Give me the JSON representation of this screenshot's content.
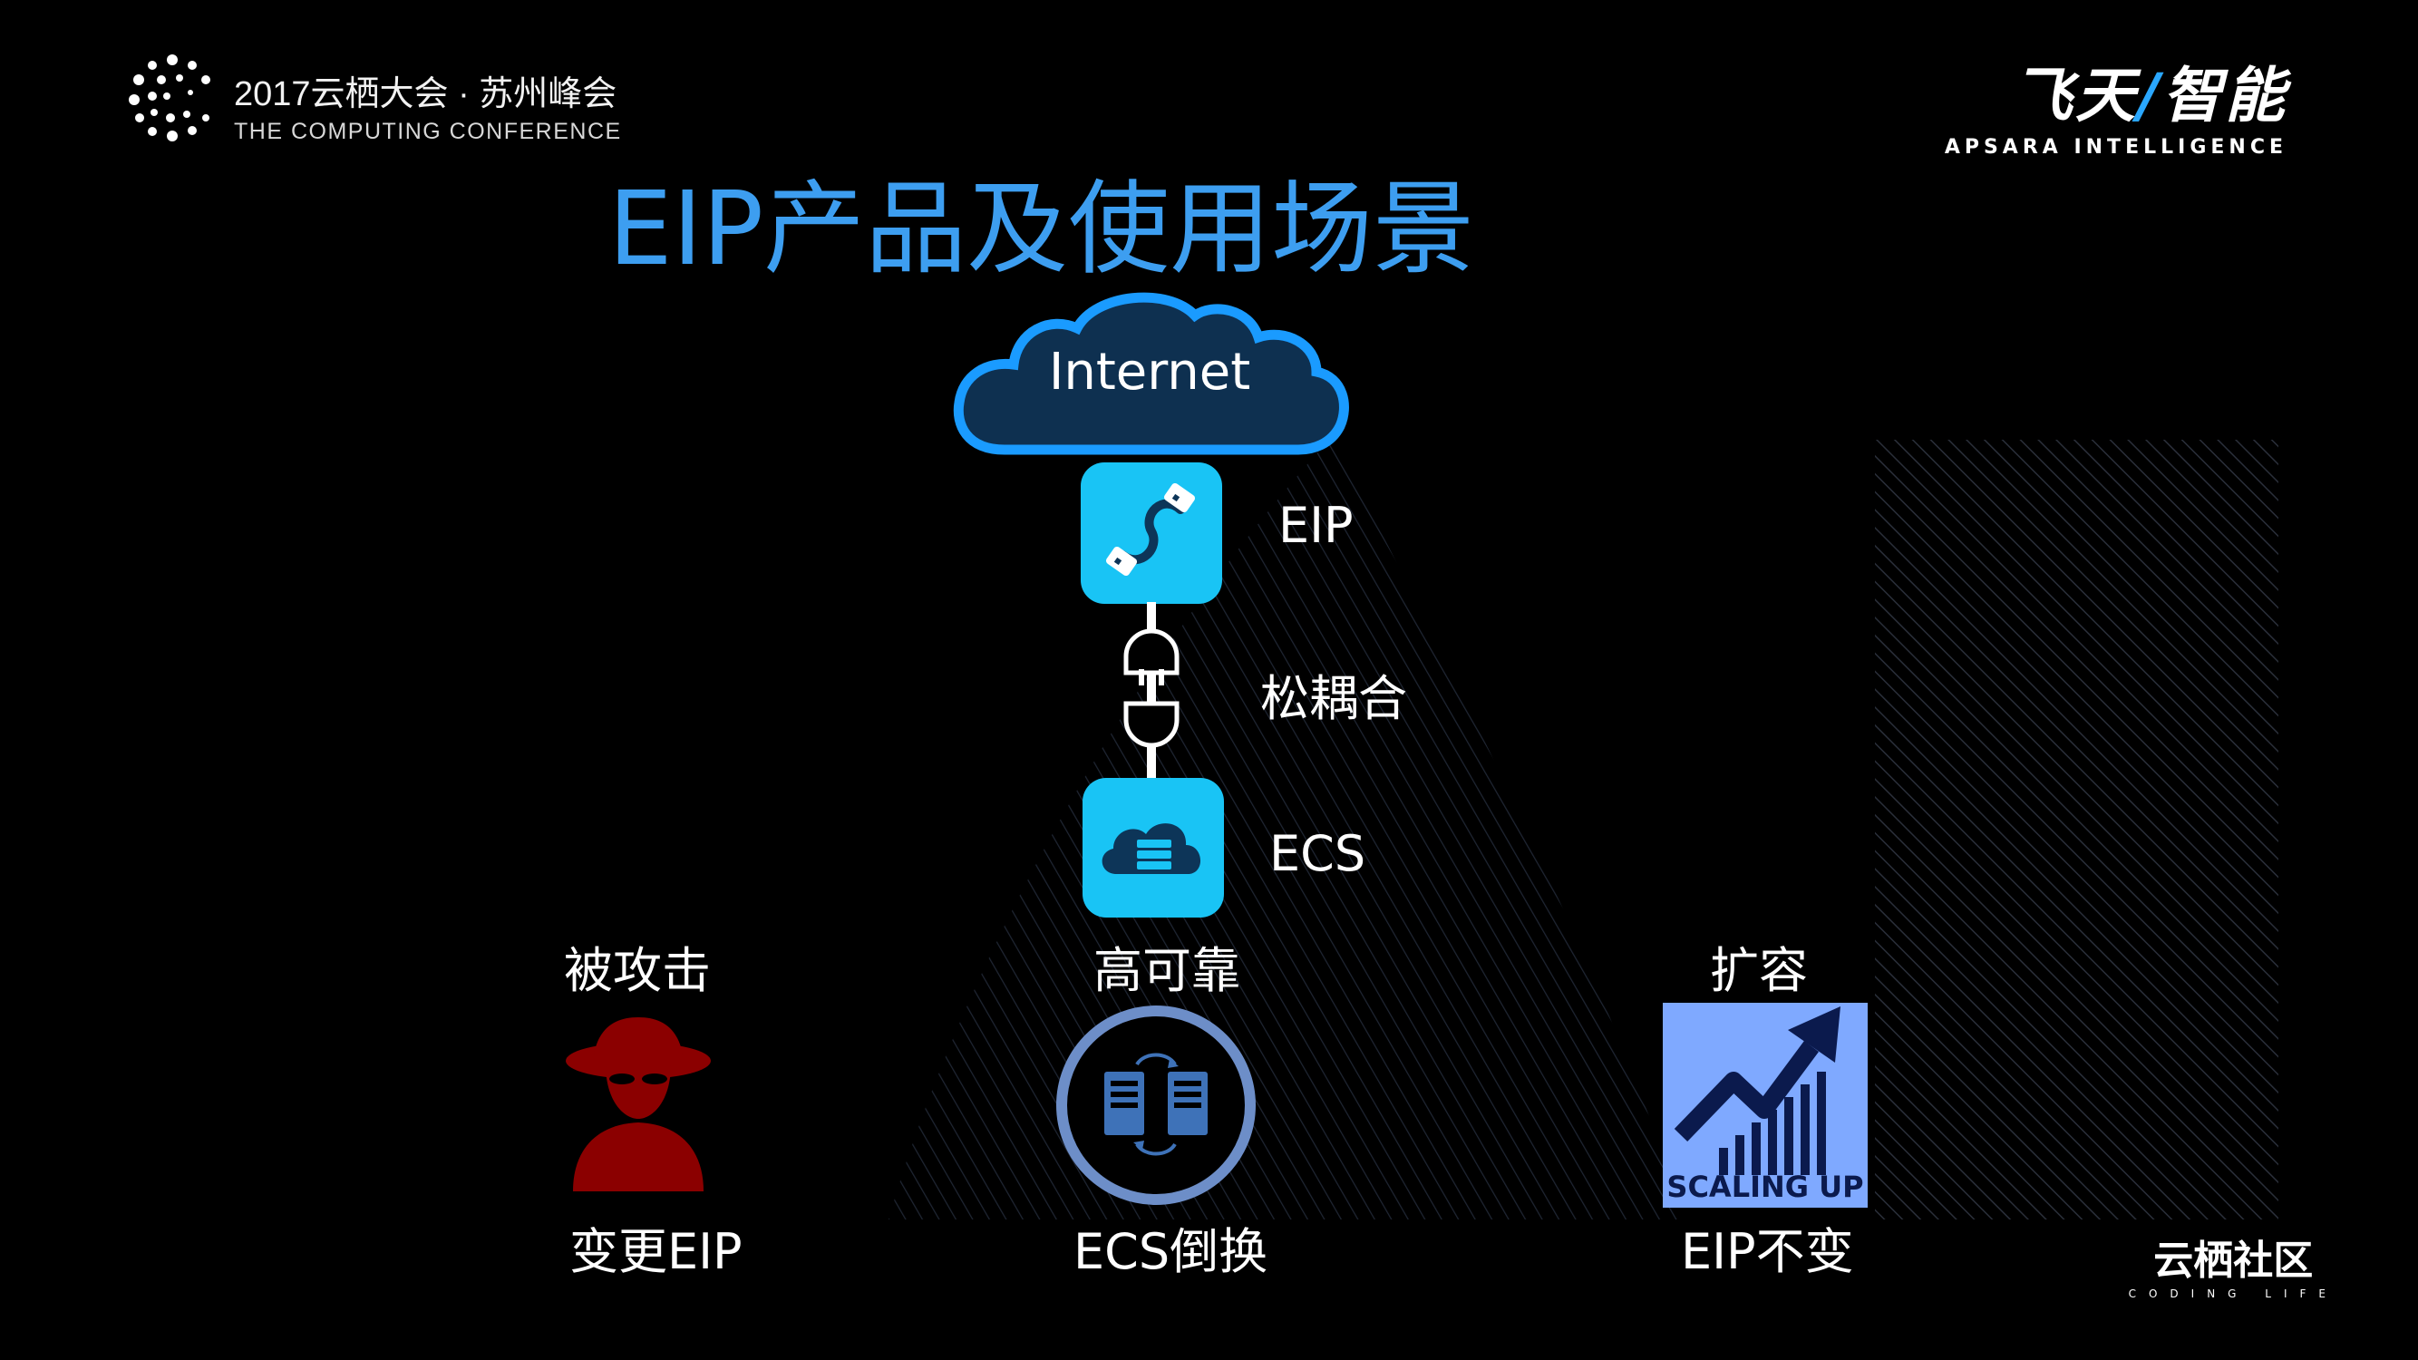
{
  "header": {
    "conference_line1": "2017云栖大会 · 苏州峰会",
    "conference_line2": "THE COMPUTING CONFERENCE",
    "brand_main_left": "飞天",
    "brand_main_slash": "/",
    "brand_main_right": "智能",
    "brand_sub": "APSARA INTELLIGENCE"
  },
  "slide": {
    "title": "EIP产品及使用场景"
  },
  "diagram": {
    "cloud_label": "Internet",
    "eip_label": "EIP",
    "coupling_label": "松耦合",
    "ecs_label": "ECS"
  },
  "scenarios": [
    {
      "top_label": "被攻击",
      "bottom_label": "变更EIP",
      "icon": "hacker-icon"
    },
    {
      "top_label": "高可靠",
      "bottom_label": "ECS倒换",
      "icon": "server-switch-icon"
    },
    {
      "top_label": "扩容",
      "bottom_label": "EIP不变",
      "icon": "scaling-up-icon",
      "icon_text": "SCALING UP"
    }
  ],
  "footer": {
    "community_main": "云栖社区",
    "community_sub": "CODING LIFE"
  },
  "colors": {
    "title_blue": "#3d9ef0",
    "cloud_outline": "#1a9bff",
    "cloud_fill": "#0e3050",
    "icon_cyan": "#19c4f5",
    "hacker_red": "#8b0000",
    "scaling_bg": "#7fa9ff",
    "scaling_fg": "#0b1a4d"
  }
}
